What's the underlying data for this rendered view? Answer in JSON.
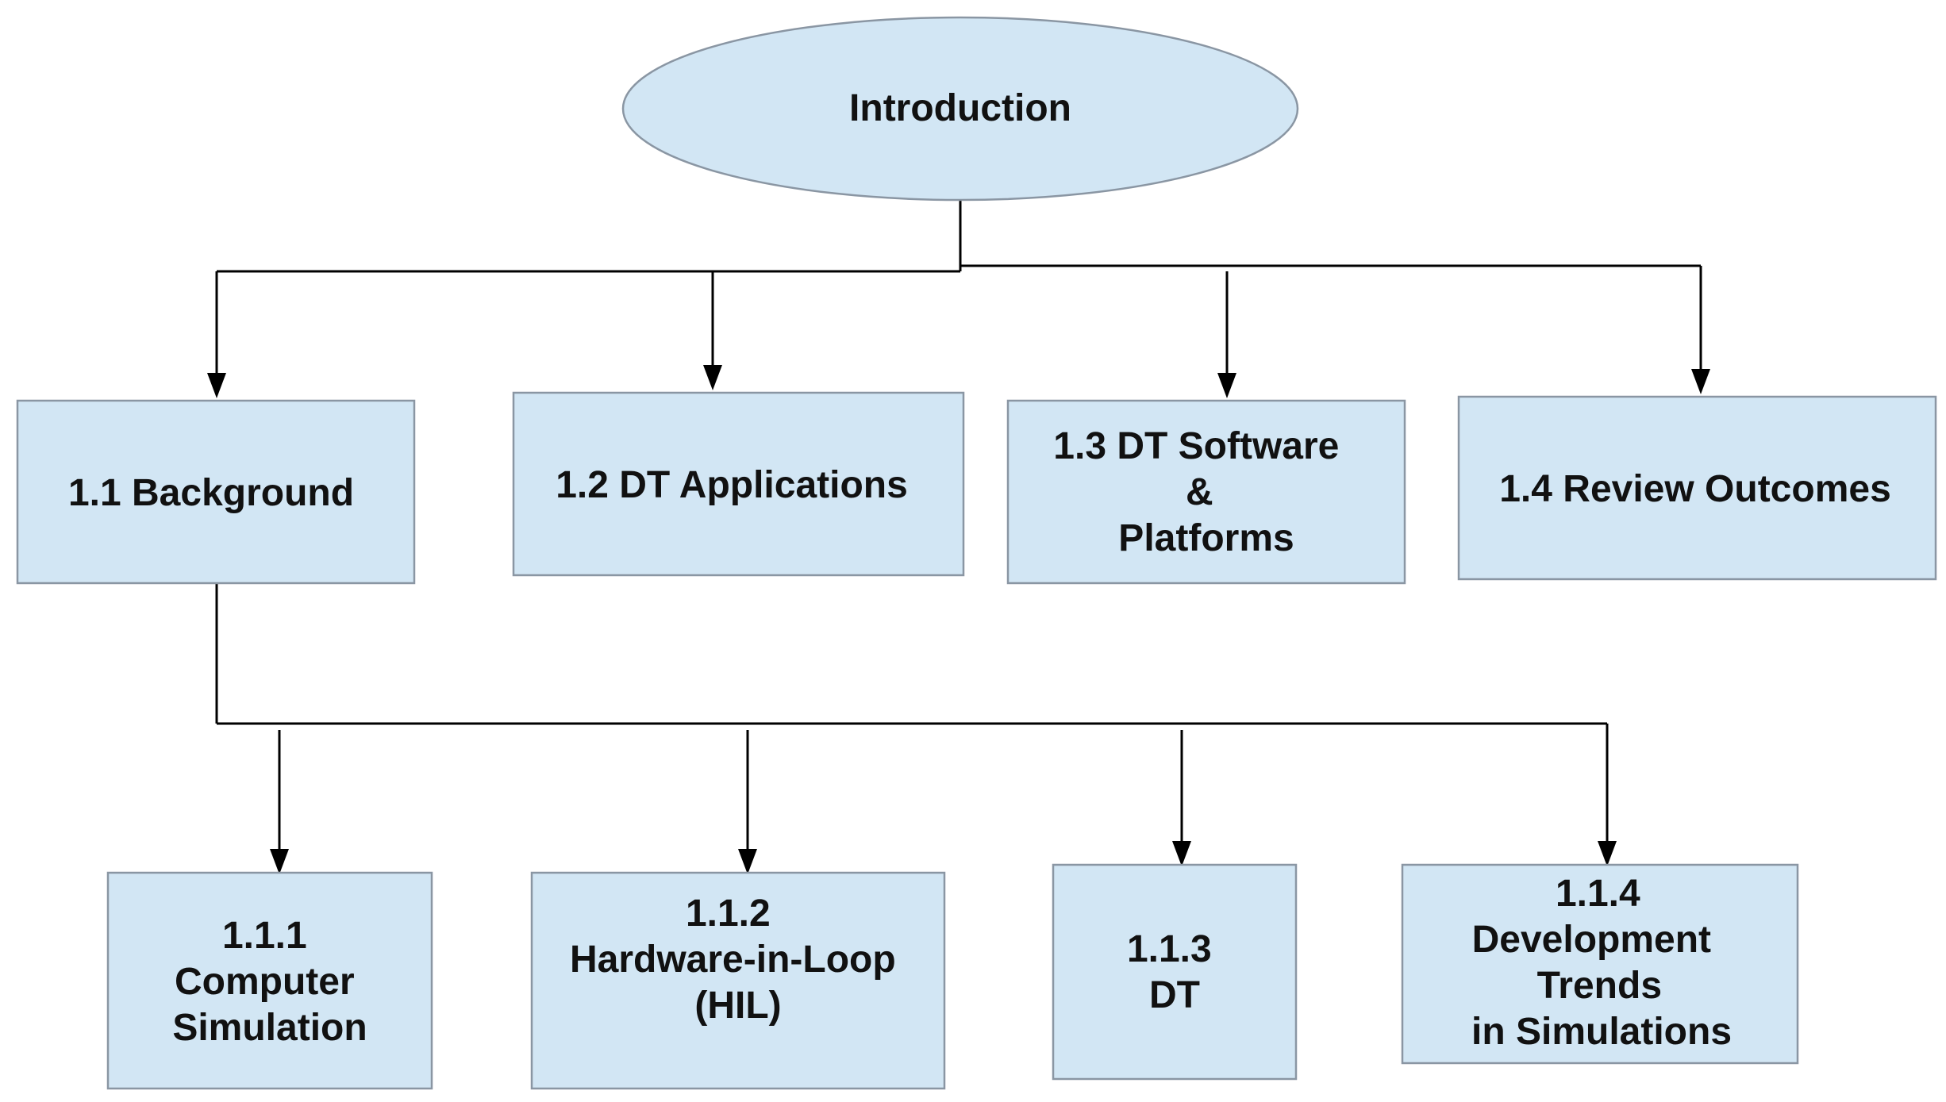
{
  "root": {
    "label": "Introduction"
  },
  "level1": [
    {
      "id": "1.1",
      "lines": [
        "1.1 Background"
      ]
    },
    {
      "id": "1.2",
      "lines": [
        "1.2 DT Applications"
      ]
    },
    {
      "id": "1.3",
      "lines": [
        "1.3 DT Software",
        "&",
        "Platforms"
      ]
    },
    {
      "id": "1.4",
      "lines": [
        "1.4 Review Outcomes"
      ]
    }
  ],
  "level2": [
    {
      "id": "1.1.1",
      "lines": [
        "1.1.1",
        "Computer",
        "Simulation"
      ]
    },
    {
      "id": "1.1.2",
      "lines": [
        "1.1.2",
        "Hardware-in-Loop",
        "(HIL)"
      ]
    },
    {
      "id": "1.1.3",
      "lines": [
        "1.1.3",
        "DT"
      ]
    },
    {
      "id": "1.1.4",
      "lines": [
        "1.1.4",
        "Development",
        "Trends",
        "in Simulations"
      ]
    }
  ],
  "colors": {
    "node_fill": "#d2e6f4",
    "node_stroke": "#8a96a3",
    "edge": "#000000",
    "text": "#111111"
  }
}
